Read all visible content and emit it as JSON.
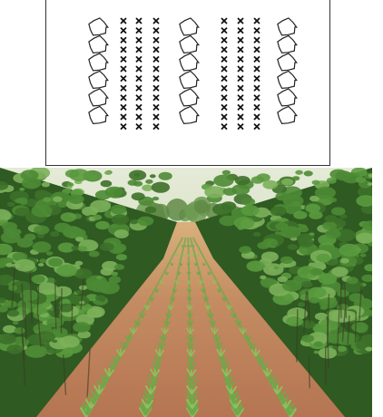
{
  "figure": {
    "diagram": {
      "pattern": [
        "tree",
        "crop",
        "crop",
        "crop",
        "tree",
        "crop",
        "crop",
        "crop",
        "tree"
      ],
      "trees_per_column": 6,
      "crops_per_column": 12,
      "colors": {
        "tree_outline": "#222222",
        "crop_mark": "#111111",
        "frame": "#333333"
      },
      "icons": {
        "tree": "tree-hedge-icon",
        "crop": "crop-seedling-icon"
      }
    },
    "photo": {
      "subject": "alley-cropping-field",
      "crop_rows": 5,
      "colors": {
        "sky": "#d8e2c8",
        "hedge_dark": "#2f5a22",
        "hedge_mid": "#4c8a34",
        "hedge_light": "#7cb05a",
        "soil": "#c08660",
        "soil_dark": "#9c6a4a",
        "seedling": "#6fa84a"
      }
    }
  }
}
